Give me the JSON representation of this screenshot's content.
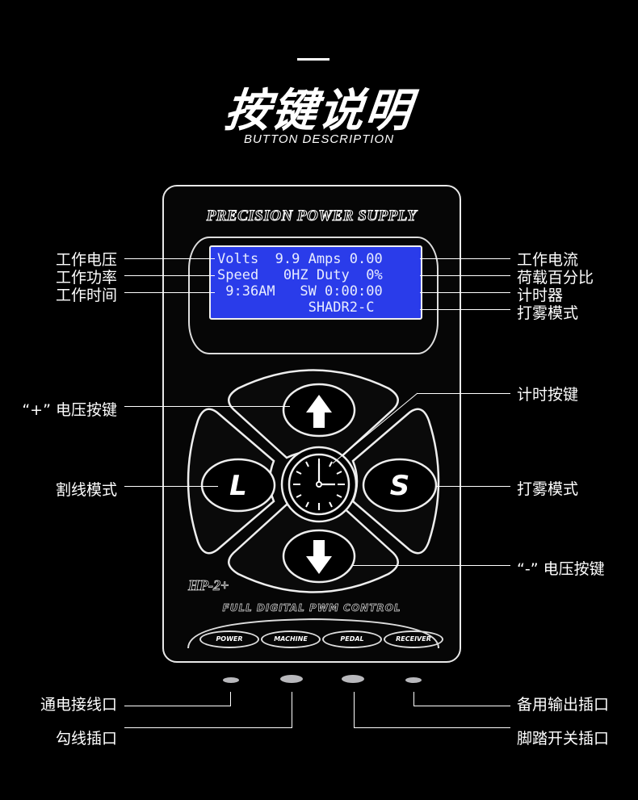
{
  "header": {
    "title": "按键说明",
    "subtitle": "BUTTON DESCRIPTION"
  },
  "device": {
    "brand": "PRECISION POWER SUPPLY",
    "model": "HP-2+",
    "control_text": "FULL DIGITAL PWM CONTROL",
    "lcd": {
      "background": "#2a3cea",
      "rows": [
        "Volts  9.9 Amps 0.00",
        "Speed   0HZ Duty  0%",
        " 9:36AM   SW 0:00:00",
        "           SHADR2-C"
      ]
    },
    "buttons": {
      "up": "up-arrow",
      "down": "down-arrow",
      "left": "L",
      "right": "S",
      "center": "clock"
    },
    "ports": [
      "POWER",
      "MACHINE",
      "PEDAL",
      "RECEIVER"
    ]
  },
  "callouts": {
    "left": {
      "working_voltage": "工作电压",
      "working_power": "工作功率",
      "working_time": "工作时间",
      "voltage_up": "“+” 电压按键",
      "liner_mode": "割线模式",
      "power_port": "通电接线口",
      "liner_port": "勾线插口"
    },
    "right": {
      "working_current": "工作电流",
      "duty_percent": "荷载百分比",
      "timer": "计时器",
      "shader_mode_display": "打雾模式",
      "timer_button": "计时按键",
      "shader_mode": "打雾模式",
      "voltage_down": "“-” 电压按键",
      "spare_output_port": "备用输出插口",
      "pedal_port": "脚踏开关插口"
    }
  }
}
